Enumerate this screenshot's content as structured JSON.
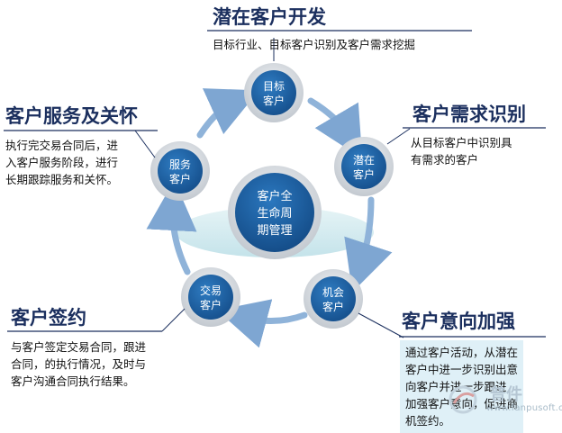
{
  "center": {
    "line1": "客户全",
    "line2": "生命周",
    "line3": "期管理"
  },
  "nodes": {
    "target": {
      "line1": "目标",
      "line2": "客户"
    },
    "potential": {
      "line1": "潜在",
      "line2": "客户"
    },
    "opportunity": {
      "line1": "机会",
      "line2": "客户"
    },
    "trade": {
      "line1": "交易",
      "line2": "客户"
    },
    "service": {
      "line1": "服务",
      "line2": "客户"
    }
  },
  "stages": {
    "develop": {
      "title": "潜在客户开发",
      "desc": "目标行业、目标客户识别及客户需求挖掘"
    },
    "identify": {
      "title": "客户需求识别",
      "desc_lines": [
        "从目标客户中识别具",
        "有需求的客户"
      ]
    },
    "strengthen": {
      "title": "客户意向加强",
      "desc_lines": [
        "通过客户活动，从潜在",
        "客户中进一步识别出意",
        "向客户并进一步跟进",
        "加强客户意向，促进商",
        "机签约。"
      ]
    },
    "sign": {
      "title": "客户签约",
      "desc_lines": [
        "与客户签定交易合同，跟进",
        "合同，的执行情况，及时与",
        "客户沟通合同执行结果。"
      ]
    },
    "service": {
      "title": "客户服务及关怀",
      "desc_lines": [
        "执行完交易合同后，进",
        "入客户服务阶段，进行",
        "长期跟踪服务和关怀。"
      ]
    }
  },
  "watermark": {
    "name": "普件",
    "url": "www.fanpusoft.com"
  },
  "colors": {
    "node_fill": "#1d5fa0",
    "node_ring": "#c9cfd6",
    "arrow": "#8fb3d9",
    "title": "#1b2f5e",
    "teal_band": "#cfe9ee"
  }
}
